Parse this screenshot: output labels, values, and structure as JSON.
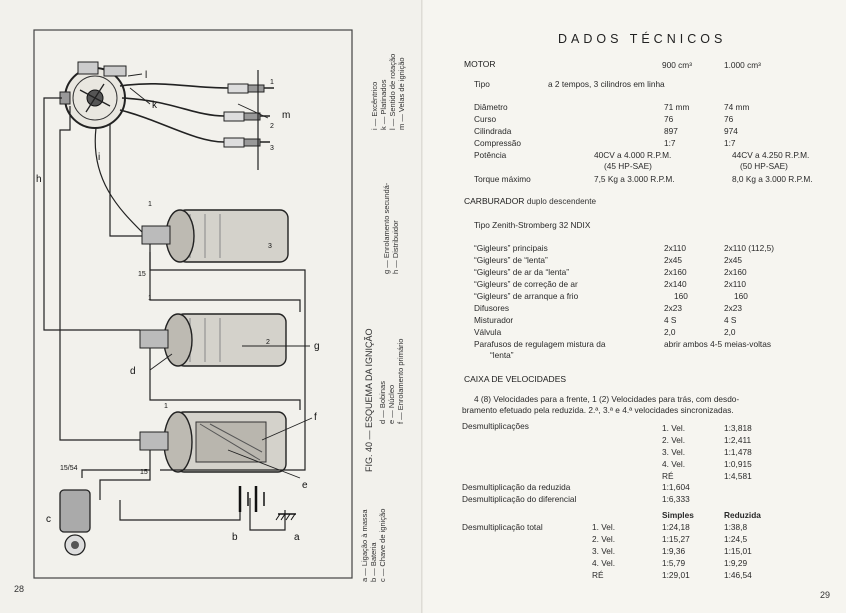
{
  "left_page": {
    "page_number": "28",
    "figure_title": "FIG. 40 — ESQUEMA DA IGNIÇÃO",
    "legend_col1": [
      "a — Ligação à massa",
      "b — Bateria",
      "c — Chave de ignição"
    ],
    "legend_col2": [
      "d — Bobinas",
      "e — Núcleo",
      "f — Enrolamento primário"
    ],
    "legend_col3": [
      "g — Enrolamento secundá-",
      "h — Distribuidor"
    ],
    "legend_col4": [
      "i — Excêntrico",
      "k — Platinados",
      "l — Sentido de rotação",
      "m — Velas de ignição"
    ],
    "diagram_labels": {
      "a": "a",
      "b": "b",
      "c": "c",
      "d": "d",
      "e": "e",
      "f": "f",
      "g": "g",
      "h": "h",
      "i": "i",
      "k": "k",
      "l": "l",
      "m": "m",
      "coil_1": "1",
      "coil_2": "2",
      "coil_3": "3",
      "plug_1": "1",
      "plug_2": "2",
      "plug_3": "3",
      "term_15": "15",
      "term_1": "1",
      "term_15_54": "15/54"
    }
  },
  "right_page": {
    "page_number": "29",
    "title": "DADOS TÉCNICOS",
    "motor": {
      "heading": "MOTOR",
      "col_a": "900 cm³",
      "col_b": "1.000 cm³",
      "tipo_label": "Tipo",
      "tipo_value": "a 2 tempos, 3 cilindros em linha",
      "rows": [
        {
          "label": "Diâmetro",
          "a": "71 mm",
          "b": "74 mm"
        },
        {
          "label": "Curso",
          "a": "76",
          "b": "76"
        },
        {
          "label": "Cilindrada",
          "a": "897",
          "b": "974"
        },
        {
          "label": "Compressão",
          "a": "1:7",
          "b": "1:7"
        }
      ],
      "potencia_label": "Potência",
      "potencia_a1": "40CV a 4.000 R.P.M.",
      "potencia_a2": "(45 HP-SAE)",
      "potencia_b1": "44CV a 4.250 R.P.M.",
      "potencia_b2": "(50 HP-SAE)",
      "torque_label": "Torque máximo",
      "torque_a": "7,5 Kg a 3.000 R.P.M.",
      "torque_b": "8,0 Kg a 3.000 R.P.M."
    },
    "carburador": {
      "heading": "CARBURADOR",
      "heading_suffix": "duplo descendente",
      "tipo": "Tipo Zenith-Stromberg 32 NDIX",
      "rows": [
        {
          "label": "“Gigleurs” principais",
          "a": "2x110",
          "b": "2x110 (112,5)"
        },
        {
          "label": "“Gigleurs” de “lenta”",
          "a": "2x45",
          "b": "2x45"
        },
        {
          "label": "“Gigleurs” de ar da “lenta”",
          "a": "2x160",
          "b": "2x160"
        },
        {
          "label": "“Gigleurs” de correção de ar",
          "a": "2x140",
          "b": "2x110"
        },
        {
          "label": "“Gigleurs” de arranque a frio",
          "a": "160",
          "b": "160"
        },
        {
          "label": "Difusores",
          "a": "2x23",
          "b": "2x23"
        },
        {
          "label": "Misturador",
          "a": "4 S",
          "b": "4 S"
        },
        {
          "label": "Válvula",
          "a": "2,0",
          "b": "2,0"
        }
      ],
      "parafusos_label1": "Parafusos de regulagem mistura da",
      "parafusos_label2": "“lenta”",
      "parafusos_value": "abrir ambos 4-5 meias-voltas"
    },
    "caixa": {
      "heading": "CAIXA DE VELOCIDADES",
      "para1": "4 (8) Velocidades para a frente, 1 (2) Velocidades para trás, com desdo-",
      "para2": "bramento efetuado pela reduzida. 2.ª, 3.ª e 4.ª velocidades sincronizadas.",
      "desmult_label": "Desmultiplicações",
      "desmult_rows": [
        {
          "gear": "1. Vel.",
          "ratio": "1:3,818"
        },
        {
          "gear": "2. Vel.",
          "ratio": "1:2,411"
        },
        {
          "gear": "3. Vel.",
          "ratio": "1:1,478"
        },
        {
          "gear": "4. Vel.",
          "ratio": "1:0,915"
        },
        {
          "gear": "RÉ",
          "ratio": "1:4,581"
        }
      ],
      "reduzida_label": "Desmultiplicação da reduzida",
      "reduzida_value": "1:1,604",
      "diferencial_label": "Desmultiplicação do diferencial",
      "diferencial_value": "1:6,333",
      "total_label": "Desmultiplicação total",
      "col_simples": "Simples",
      "col_reduzida": "Reduzida",
      "total_rows": [
        {
          "gear": "1. Vel.",
          "simples": "1:24,18",
          "reduzida": "1:38,8"
        },
        {
          "gear": "2. Vel.",
          "simples": "1:15,27",
          "reduzida": "1:24,5"
        },
        {
          "gear": "3. Vel.",
          "simples": "1:9,36",
          "reduzida": "1:15,01"
        },
        {
          "gear": "4. Vel.",
          "simples": "1:5,79",
          "reduzida": "1:9,29"
        },
        {
          "gear": "RÉ",
          "simples": "1:29,01",
          "reduzida": "1:46,54"
        }
      ]
    }
  }
}
